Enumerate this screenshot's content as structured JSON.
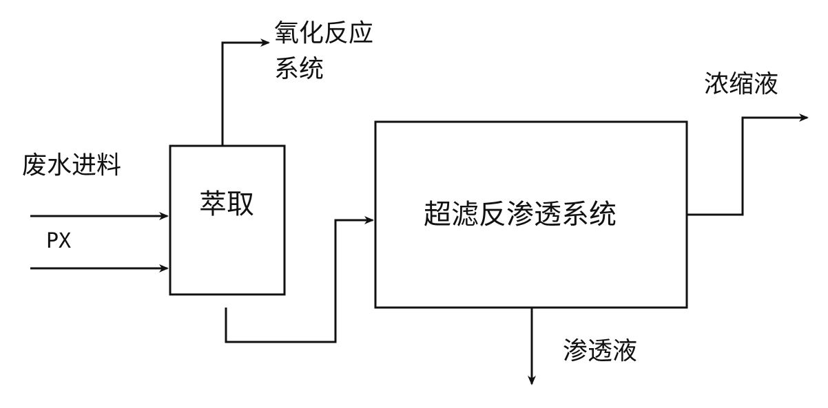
{
  "labels": {
    "wastewater_feed": "废水进料",
    "px": "PX",
    "extraction": "萃取",
    "oxidation_line1": "氧化反应",
    "oxidation_line2": "系统",
    "uf_ro_system": "超滤反渗透系统",
    "concentrate": "浓缩液",
    "permeate": "渗透液"
  },
  "colors": {
    "line": "#111111",
    "background": "#ffffff"
  }
}
